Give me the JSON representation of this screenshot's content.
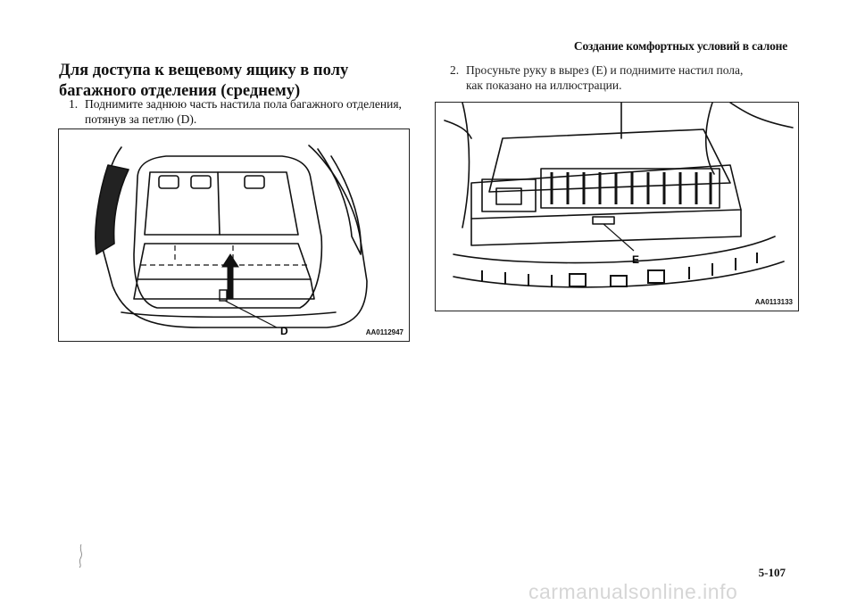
{
  "header": {
    "section_title": "Создание комфортных условий в салоне"
  },
  "left": {
    "heading": "Для доступа к вещевому ящику в полу багажного отделения (среднему)",
    "step1": {
      "number": "1.",
      "line1": "Поднимите заднюю часть настила пола багажного отделения,",
      "line2": "потянув за петлю (D)."
    },
    "figure": {
      "code": "AA0112947",
      "callout": "D"
    }
  },
  "right": {
    "step2": {
      "number": "2.",
      "line1": "Просуньте руку в вырез (E) и поднимите настил пола,",
      "line2": "как показано на иллюстрации."
    },
    "figure": {
      "code": "AA0113133",
      "callout": "E"
    }
  },
  "footer": {
    "page_number": "5-107",
    "watermark": "carmanualsonline.info"
  }
}
